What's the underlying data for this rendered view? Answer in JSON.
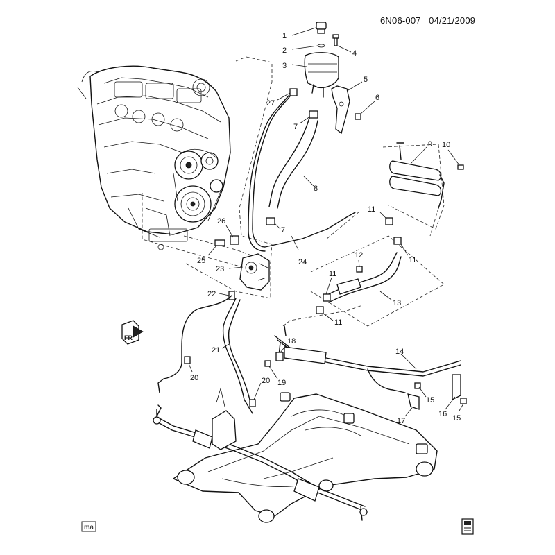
{
  "header": {
    "code": "6N06-007",
    "date": "04/21/2009"
  },
  "callouts": [
    "1",
    "2",
    "3",
    "4",
    "5",
    "6",
    "7",
    "27",
    "8",
    "9",
    "10",
    "11",
    "7",
    "26",
    "25",
    "24",
    "23",
    "12",
    "11",
    "11",
    "13",
    "11",
    "22",
    "21",
    "20",
    "20",
    "18",
    "19",
    "14",
    "15",
    "16",
    "15",
    "17"
  ],
  "footer": {
    "left_tag": "ma",
    "direction_label": "FR"
  }
}
